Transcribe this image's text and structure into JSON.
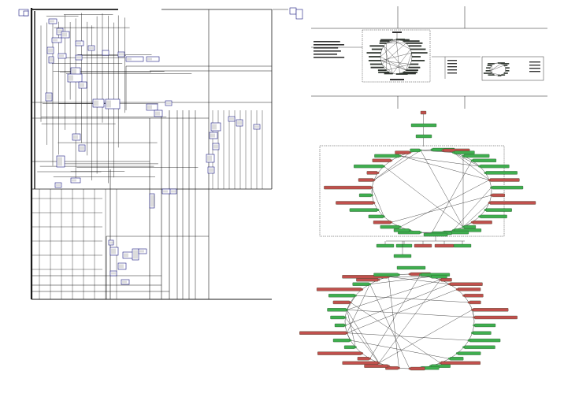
{
  "colors": {
    "background": "#ffffff",
    "wire": "#1a1a1a",
    "component_fill": "#ffffff",
    "component_stroke": "#1a1a80",
    "node_green": "#3fae4f",
    "node_red": "#c0504d",
    "node_border": "#1e3a1e",
    "edge": "#222222"
  },
  "panels": {
    "left_schematic": {
      "name": "wiring-schematic",
      "has_labels": false
    },
    "top_right_flow": {
      "name": "flow-overview",
      "has_labels": false
    },
    "bottom_right_graph": {
      "name": "state-graph",
      "has_labels": false
    }
  },
  "graph": {
    "upper_ring": {
      "node_count": 34,
      "red_ratio": 0.45
    },
    "lower_ring": {
      "node_count": 38,
      "red_ratio": 0.5
    },
    "root_chain": 3,
    "middle_row": 6
  }
}
